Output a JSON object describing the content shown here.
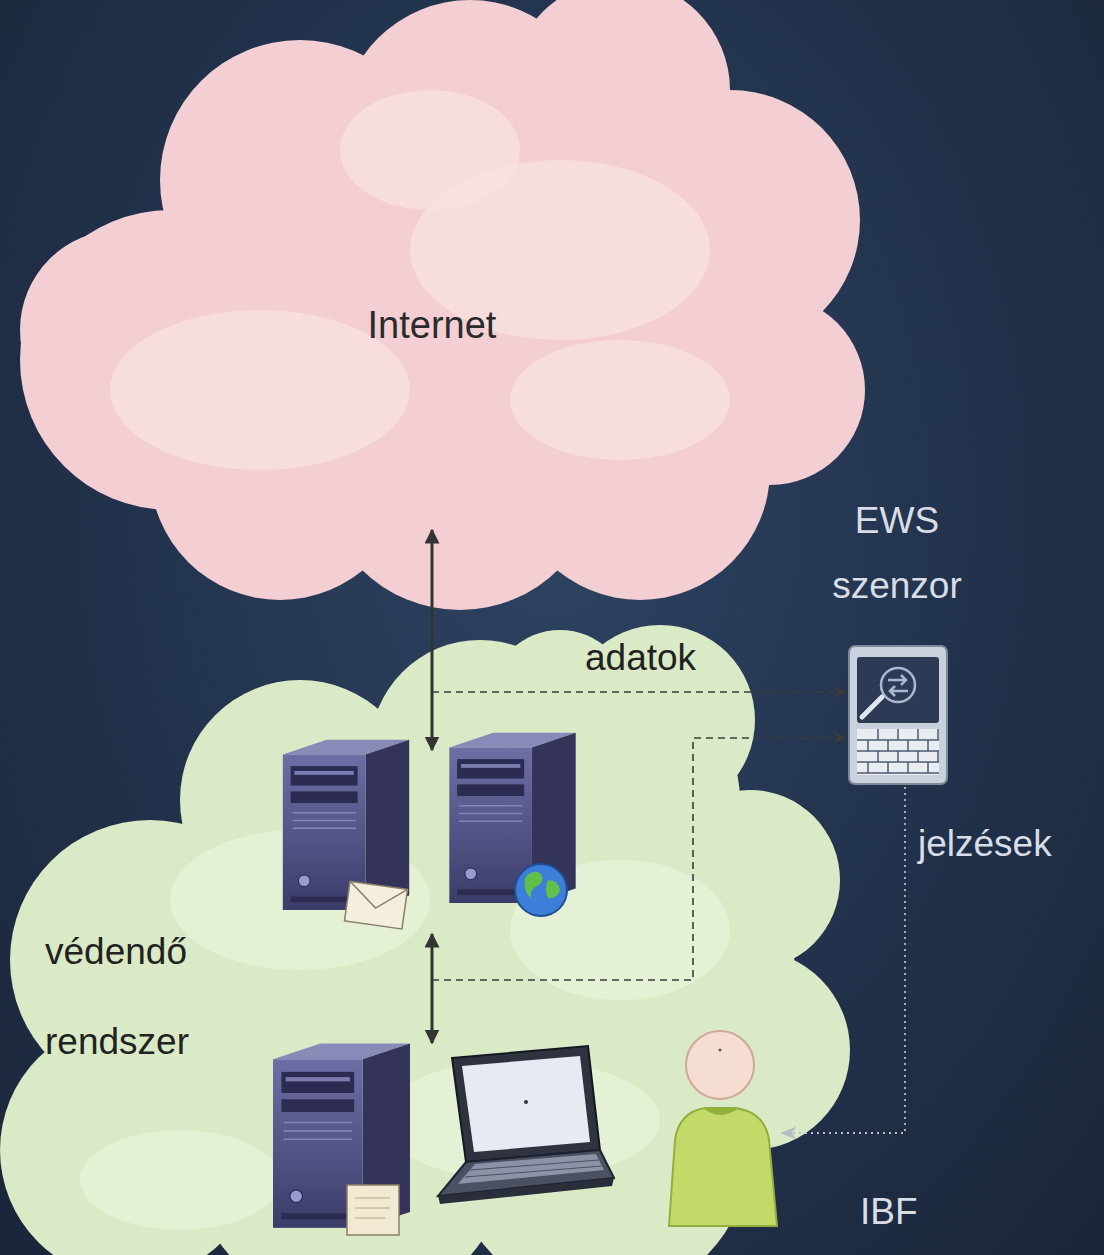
{
  "diagram": {
    "nodes": [
      {
        "text": [
          "Internet"
        ]
      },
      {
        "text": [
          "védendő rendszer"
        ]
      },
      {
        "text": [
          "EWS szenzor"
        ]
      },
      {
        "text": [
          "IBF"
        ],
        "in": 1
      }
    ],
    "edges": [
      {
        "from": 0,
        "to": 1,
        "arrow": "both"
      },
      {
        "from": 1,
        "to": 2,
        "label": "adatok",
        "arrow": "to"
      },
      {
        "from": 1,
        "to": 2,
        "arrow": "to"
      },
      {
        "from": 2,
        "to": 3,
        "label": "jelzések",
        "arrow": "to"
      }
    ]
  }
}
